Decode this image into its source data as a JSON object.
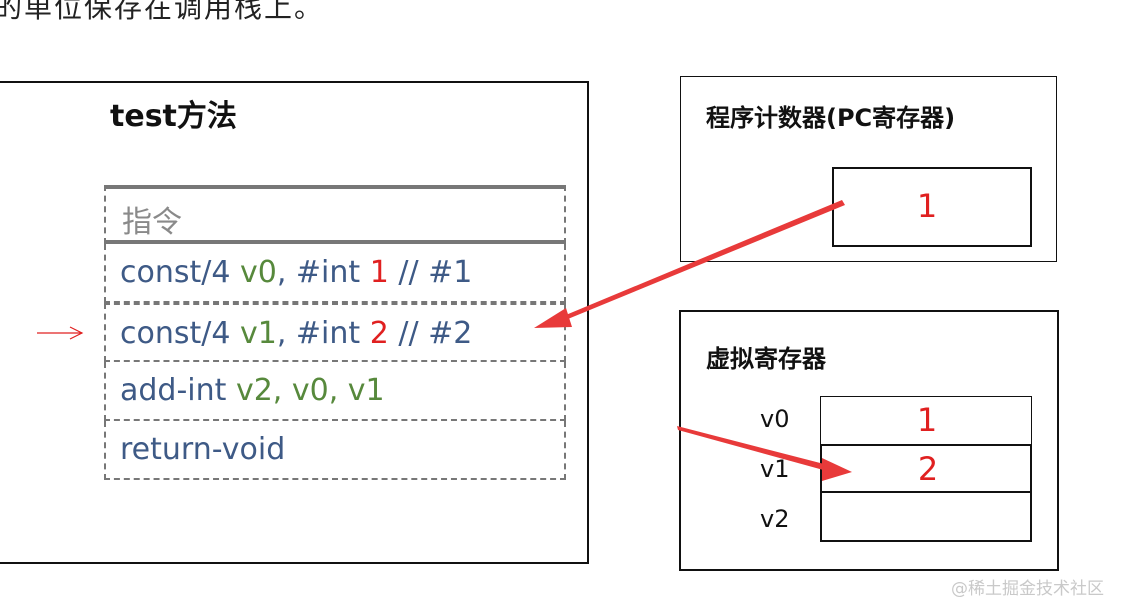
{
  "top_text": "的单位保存在调用栈上。",
  "method": {
    "title": "test方法",
    "header": "指令",
    "rows": [
      {
        "parts": [
          {
            "t": "const/4 ",
            "c": "blue"
          },
          {
            "t": "v0",
            "c": "green"
          },
          {
            "t": ", #int ",
            "c": "blue"
          },
          {
            "t": "1",
            "c": "red"
          },
          {
            "t": " // #1",
            "c": "blue"
          }
        ]
      },
      {
        "parts": [
          {
            "t": "const/4 ",
            "c": "blue"
          },
          {
            "t": "v1",
            "c": "green"
          },
          {
            "t": ", #int ",
            "c": "blue"
          },
          {
            "t": "2",
            "c": "red"
          },
          {
            "t": " // #2",
            "c": "blue"
          }
        ]
      },
      {
        "parts": [
          {
            "t": "add-int ",
            "c": "blue"
          },
          {
            "t": "v2, v0, v1",
            "c": "green"
          }
        ]
      },
      {
        "parts": [
          {
            "t": "return-void",
            "c": "blue"
          }
        ]
      }
    ]
  },
  "pc": {
    "title": "程序计数器(PC寄存器)",
    "value": "1"
  },
  "virtual_registers": {
    "title": "虚拟寄存器",
    "registers": [
      {
        "name": "v0",
        "value": "1"
      },
      {
        "name": "v1",
        "value": "2"
      },
      {
        "name": "v2",
        "value": ""
      }
    ]
  },
  "watermark": "@稀土掘金技术社区",
  "colors": {
    "accent_red": "#e02020",
    "instr_blue": "#3e5a86",
    "instr_green": "#57893c",
    "header_gray": "#8a8a8a"
  }
}
